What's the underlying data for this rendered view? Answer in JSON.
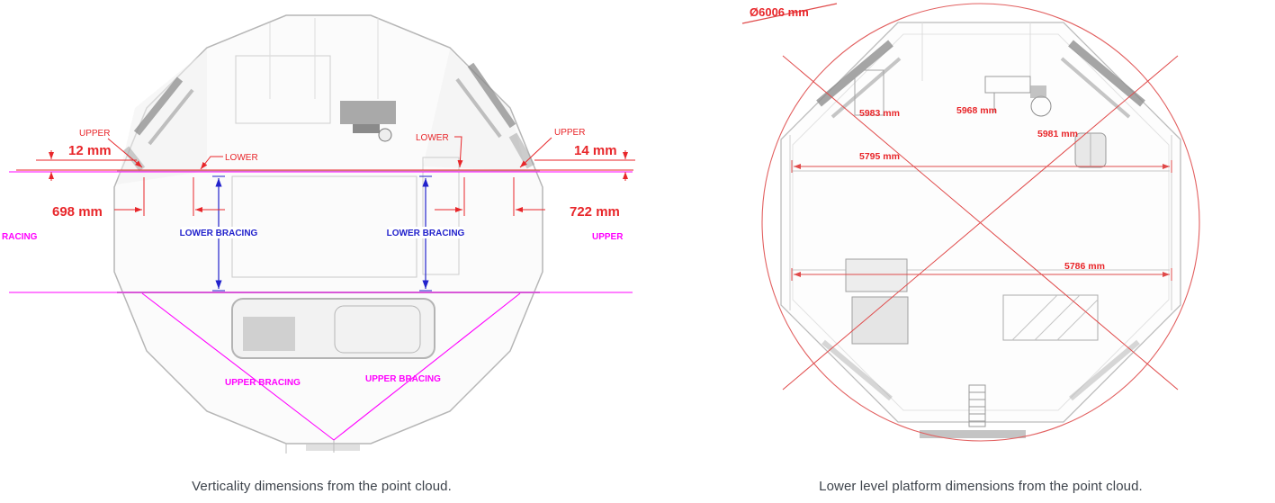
{
  "colors": {
    "red": "#e8262a",
    "magenta": "#ff00ff",
    "blue": "#2222cc",
    "caption_text": "#3d434b"
  },
  "left_figure": {
    "caption": "Verticality dimensions from the point cloud.",
    "labels": {
      "upper_left": "UPPER",
      "lower_left": "LOWER",
      "lower_right": "LOWER",
      "upper_right": "UPPER",
      "dim_left_small": "12 mm",
      "dim_right_small": "14 mm",
      "dim_left_big": "698 mm",
      "dim_right_big": "722 mm",
      "bracing_left_edge": "RACING",
      "lower_bracing_1": "LOWER BRACING",
      "lower_bracing_2": "LOWER BRACING",
      "upper_right_edge": "UPPER",
      "upper_bracing_1": "UPPER BRACING",
      "upper_bracing_2": "UPPER BRACING"
    }
  },
  "right_figure": {
    "caption": "Lower level platform dimensions from the point cloud.",
    "labels": {
      "diameter": "Ø6006 mm",
      "dim_a": "5983 mm",
      "dim_b": "5968 mm",
      "dim_c": "5981 mm",
      "dim_d": "5795 mm",
      "dim_e": "5786 mm"
    }
  }
}
